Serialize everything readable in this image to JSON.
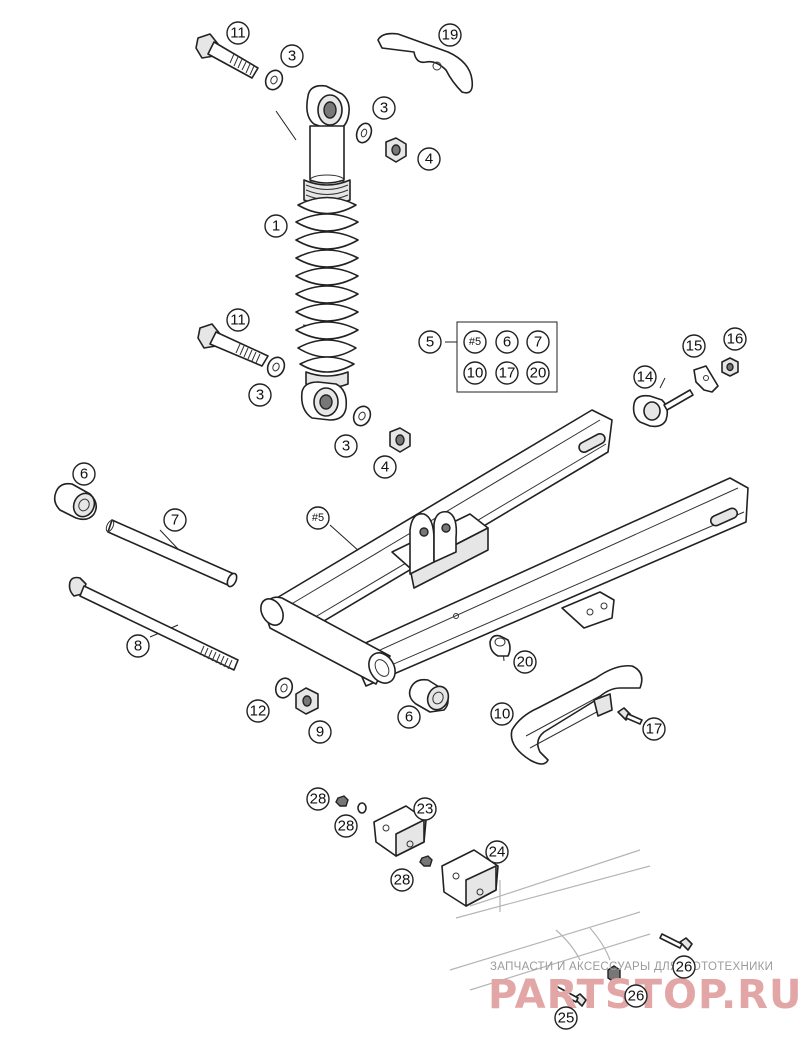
{
  "callouts": {
    "c11a": "11",
    "c3a": "3",
    "c19": "19",
    "c3b": "3",
    "c4a": "4",
    "c1": "1",
    "c11b": "11",
    "c3c": "3",
    "c3d": "3",
    "c4b": "4",
    "c5": "5",
    "kit1": "#5",
    "kit2": "6",
    "kit3": "7",
    "kit4": "10",
    "kit5": "17",
    "kit6": "20",
    "c14": "14",
    "c15": "15",
    "c16": "16",
    "c6a": "6",
    "c7": "7",
    "c5b": "#5",
    "c8": "8",
    "c20": "20",
    "c12": "12",
    "c9": "9",
    "c6b": "6",
    "c10": "10",
    "c17": "17",
    "c28a": "28",
    "c28b": "28",
    "c23": "23",
    "c24": "24",
    "c28c": "28",
    "c26a": "26",
    "c26b": "26",
    "c25": "25"
  },
  "watermark": {
    "line1": "ЗАПЧАСТИ И АКСЕССУАРЫ ДЛЯ МОТОТЕХНИКИ",
    "line2": "PARTSTOP.RU"
  },
  "colors": {
    "line": "#222222",
    "watermark_text": "#9a9a9a",
    "watermark_logo": "#e3a6a6"
  }
}
